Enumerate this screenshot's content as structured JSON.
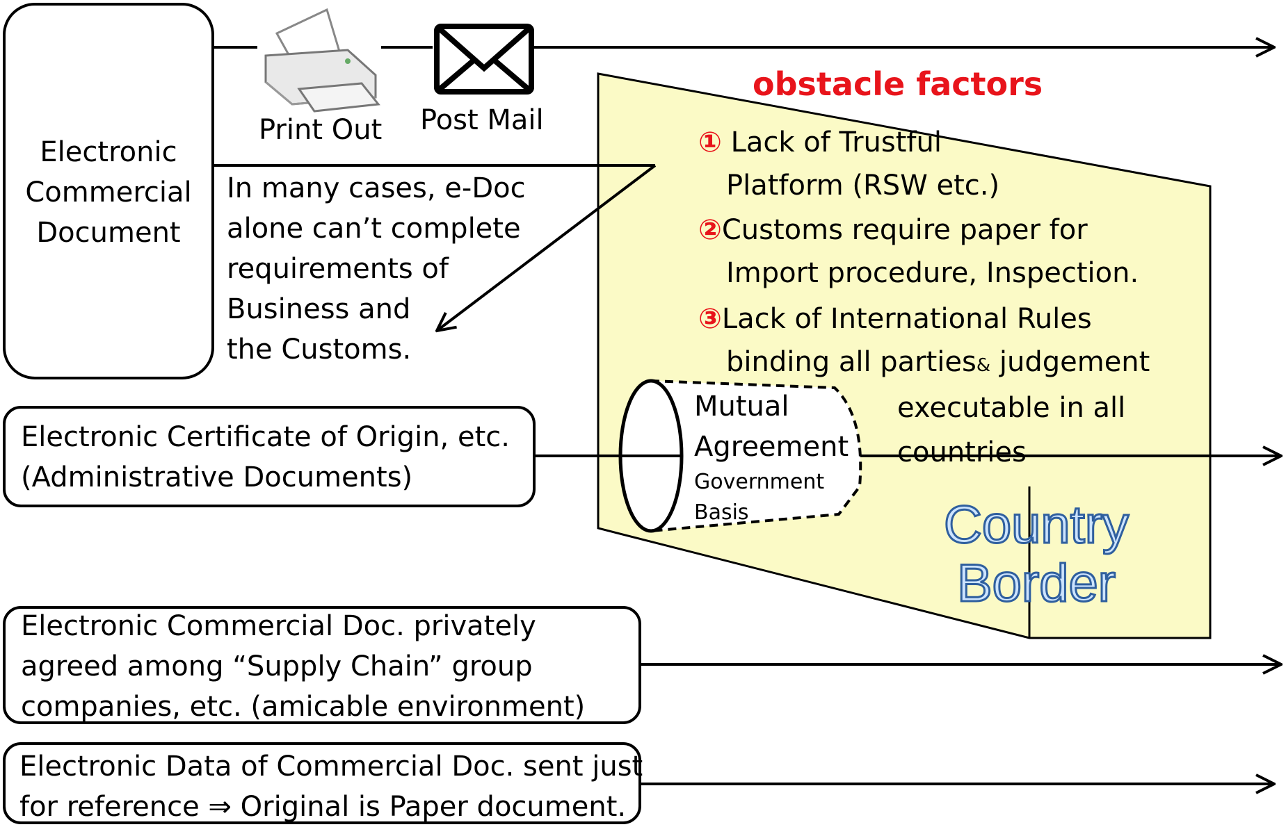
{
  "boxes": {
    "ecd": [
      "Electronic",
      "Commercial",
      "Document"
    ],
    "eco": [
      "Electronic Certificate of Origin, etc.",
      "(Administrative Documents)"
    ],
    "supply": [
      "Electronic Commercial Doc. privately",
      "agreed among “Supply Chain” group",
      "companies, etc.  (amicable environment)"
    ],
    "reference": [
      "Electronic Data of Commercial Doc. sent just",
      "for reference  ⇒ Original is Paper document."
    ]
  },
  "icons": {
    "printer": "printer-icon",
    "mail": "envelope-icon"
  },
  "labels": {
    "print_out": "Print Out",
    "post_mail": "Post Mail"
  },
  "edoc_note": [
    "In many cases, e-Doc",
    "alone can’t complete",
    "requirements of",
    "Business and",
    "the Customs."
  ],
  "obstacles": {
    "title": "obstacle factors",
    "item1": {
      "num": "①",
      "lines": [
        " Lack of Trustful",
        "Platform (RSW etc.)"
      ]
    },
    "item2": {
      "num": "②",
      "lines": [
        "Customs require paper for",
        "Import procedure, Inspection."
      ]
    },
    "item3": {
      "num": "③",
      "lines": [
        "Lack of International Rules",
        "binding all parties",
        "&",
        " judgement",
        "executable in all",
        "countries"
      ]
    }
  },
  "tunnel": {
    "line1": "Mutual",
    "line2": "Agreement",
    "line3": "Government",
    "line4": "Basis"
  },
  "border": {
    "line1": "Country",
    "line2": "Border"
  },
  "colors": {
    "wall_fill": "#fbfac6",
    "obstacle_red": "#e8141b",
    "border_text": "#2f5f9e"
  }
}
